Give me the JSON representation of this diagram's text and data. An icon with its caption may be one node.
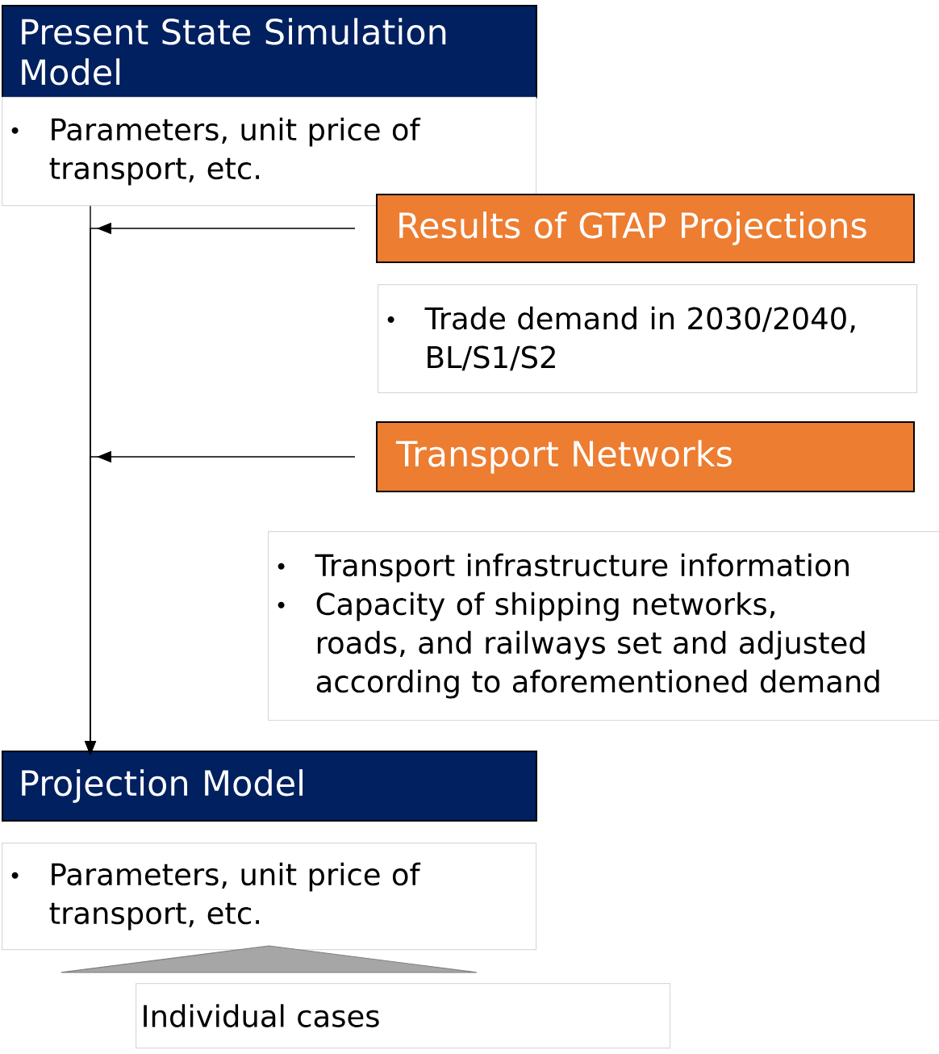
{
  "diagram": {
    "nodes": [
      {
        "text": [
          "Present State Simulation Model"
        ]
      },
      {
        "text": [
          "Parameters, unit price of transport, etc."
        ]
      },
      {
        "text": [
          "Results of GTAP Projections"
        ]
      },
      {
        "text": [
          "Trade demand in 2030/2040, BL/S1/S2"
        ]
      },
      {
        "text": [
          "Transport Networks"
        ]
      },
      {
        "text": [
          "Transport infrastructure information",
          "Capacity of shipping networks, roads, and railways set and adjusted according to aforementioned demand"
        ]
      },
      {
        "text": [
          "Projection Model"
        ]
      },
      {
        "text": [
          "Parameters, unit price of transport, etc."
        ]
      },
      {
        "text": [],
        "shape": "triangle"
      },
      {
        "text": [
          "Individual cases"
        ]
      }
    ],
    "edges": [
      {
        "from": 1,
        "to": 6,
        "arrow": "to"
      },
      {
        "from": 2,
        "to": 6,
        "arrow": "to"
      },
      {
        "from": 4,
        "to": 6,
        "arrow": "to"
      }
    ]
  }
}
